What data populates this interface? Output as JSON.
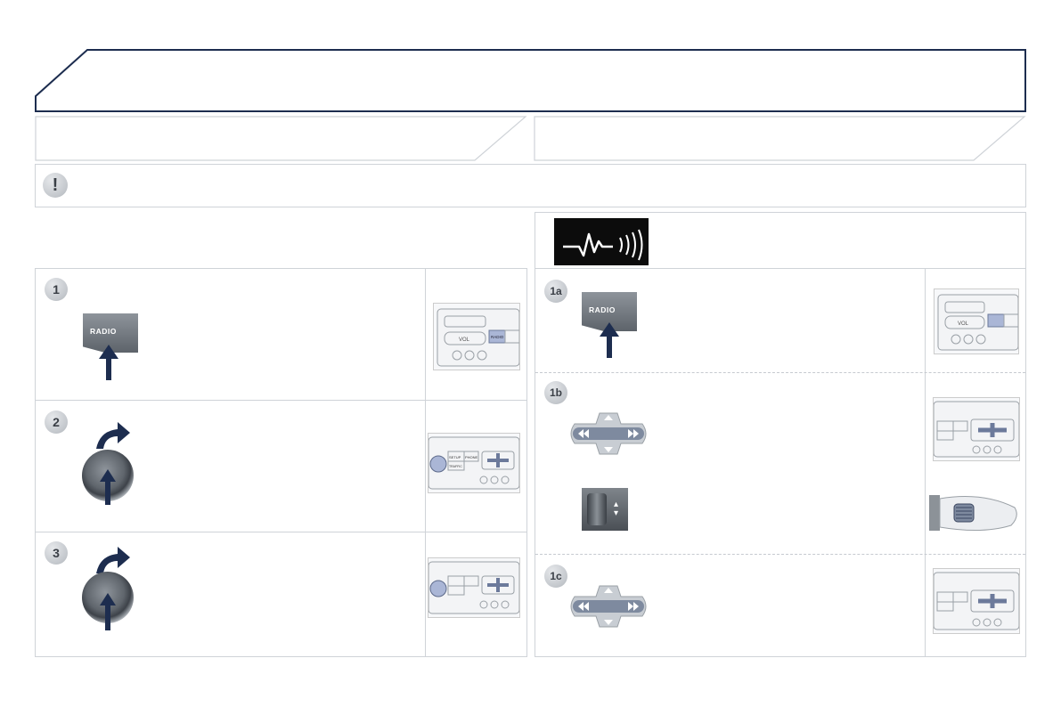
{
  "header": {
    "title": ""
  },
  "left_subheader": {
    "title": ""
  },
  "right_subheader": {
    "title": ""
  },
  "warning": {
    "icon": "exclamation-icon",
    "symbol": "!",
    "text": ""
  },
  "left_intro": {
    "text": ""
  },
  "rds_banner": {
    "icon": "radio-signal-icon"
  },
  "left_steps": [
    {
      "label": "1",
      "button": "RADIO"
    },
    {
      "label": "2"
    },
    {
      "label": "3"
    }
  ],
  "right_steps": [
    {
      "label": "1a",
      "button": "RADIO"
    },
    {
      "label": "1b"
    },
    {
      "label": "1c"
    }
  ],
  "panel_labels": {
    "vol": "VOL",
    "radio": "RADIO",
    "setup": "SETUP",
    "phone": "PHONE",
    "traffic": "TRAFFIC"
  },
  "colors": {
    "accent": "#1d2d4f",
    "border": "#cfd3d8",
    "badge": "#c3c7cc",
    "key_bg": "#6b7178"
  }
}
